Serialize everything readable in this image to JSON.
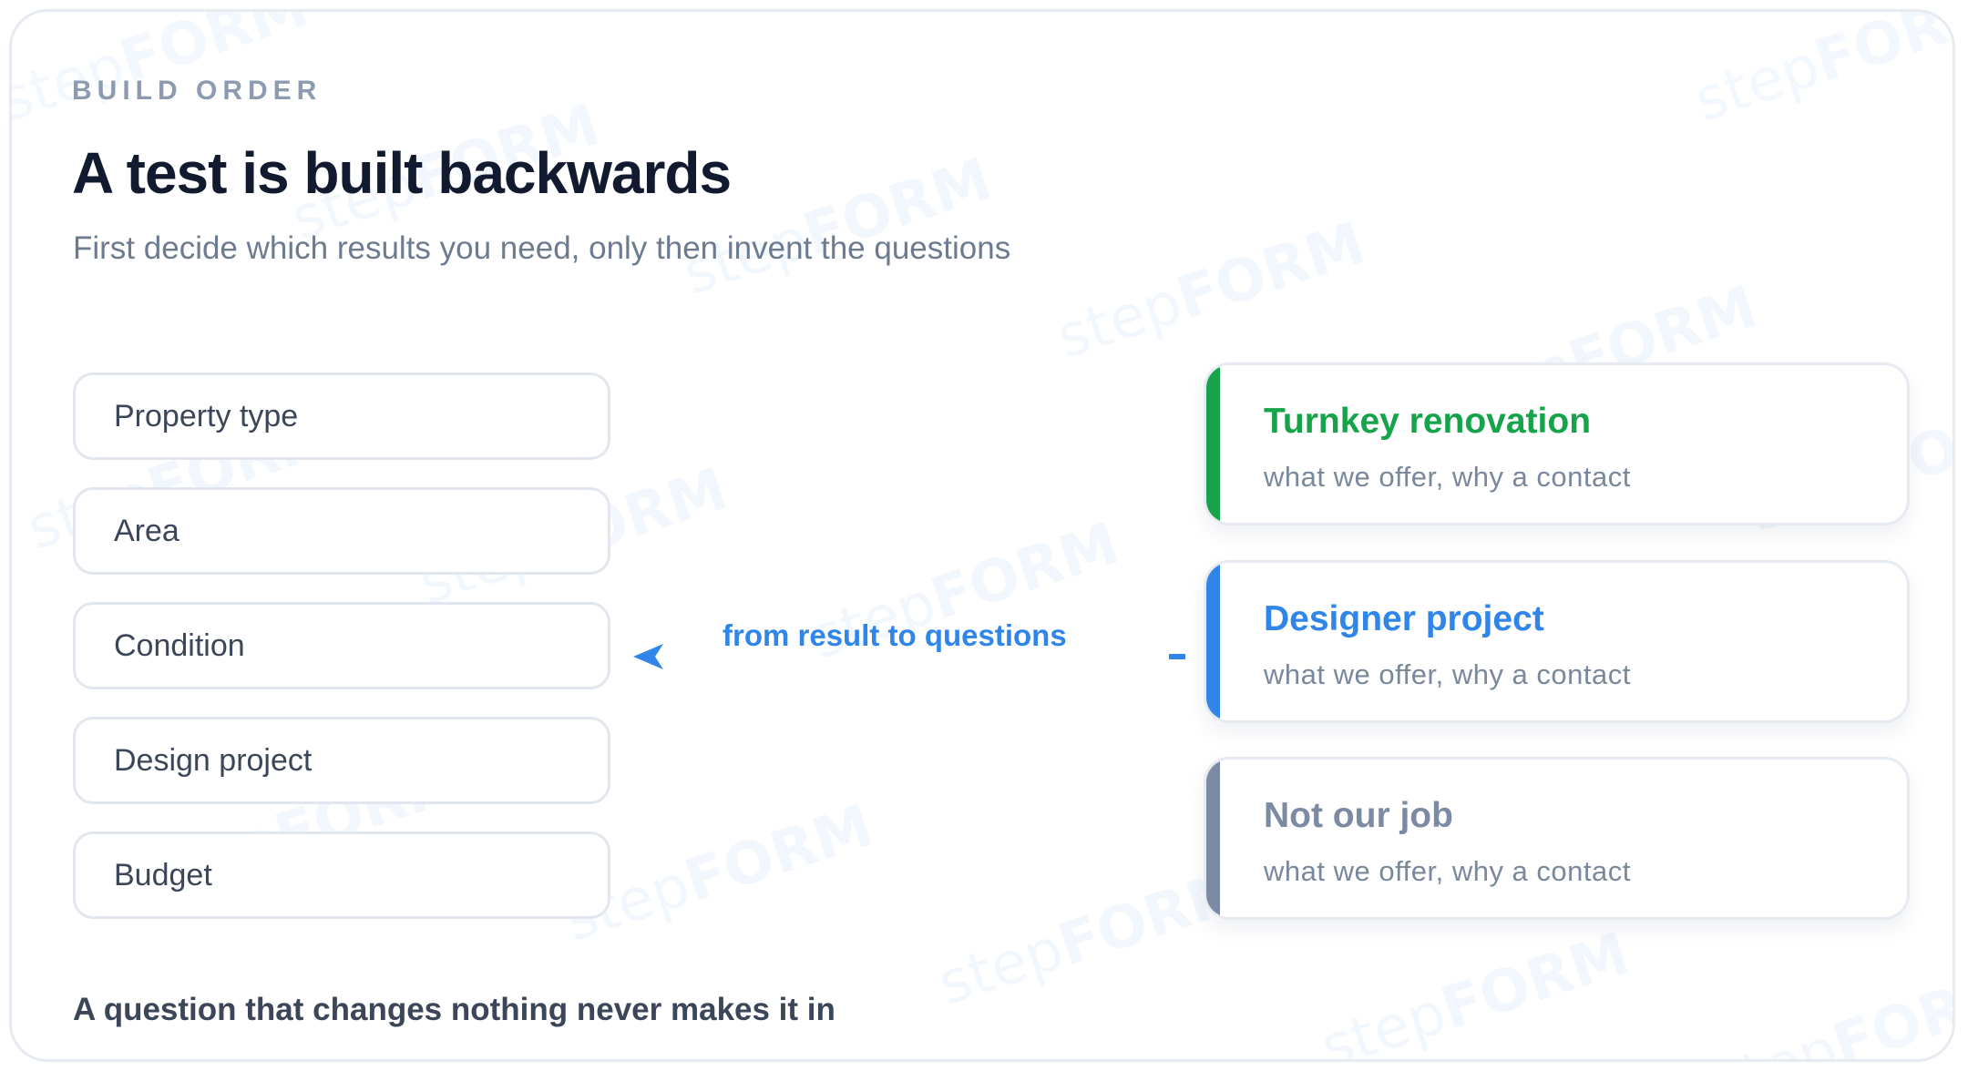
{
  "header": {
    "eyebrow": "BUILD ORDER",
    "title": "A test is built backwards",
    "subtitle": "First decide which results you need, only then invent the questions"
  },
  "questions": [
    {
      "label": "Property type"
    },
    {
      "label": "Area"
    },
    {
      "label": "Condition"
    },
    {
      "label": "Design project"
    },
    {
      "label": "Budget"
    }
  ],
  "arrow": {
    "label": "from result to questions",
    "color": "#2f86e8"
  },
  "results": [
    {
      "title": "Turnkey renovation",
      "subtitle": "what we offer, why a contact",
      "color": "#16a34a"
    },
    {
      "title": "Designer project",
      "subtitle": "what we offer, why a contact",
      "color": "#2f86e8"
    },
    {
      "title": "Not our job",
      "subtitle": "what we offer, why a contact",
      "color": "#7c8aa3"
    }
  ],
  "footer": {
    "note": "A question that changes nothing never makes it in"
  },
  "watermark": {
    "step": "step",
    "form": "FORM"
  }
}
